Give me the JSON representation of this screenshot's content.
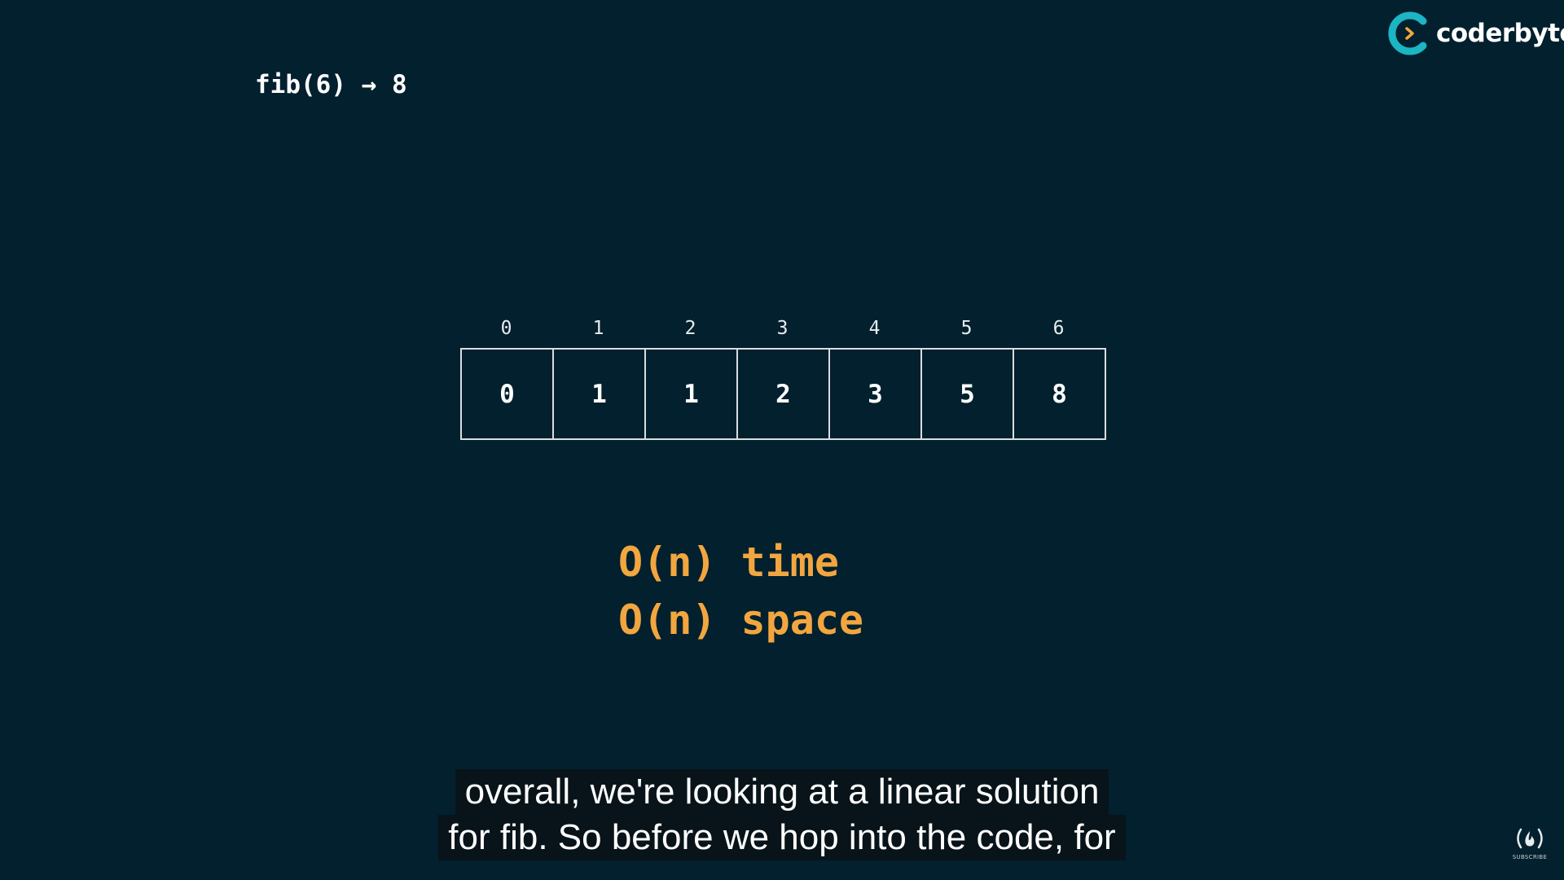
{
  "header": {
    "fib_title": "fib(6) → 8",
    "brand_name": "coderbyte",
    "brand_logo_icon": "coderbyte-logo-icon",
    "brand_colors": {
      "ring": "#1bb5c4",
      "chevron": "#f2a63f"
    }
  },
  "array": {
    "indices": [
      "0",
      "1",
      "2",
      "3",
      "4",
      "5",
      "6"
    ],
    "values": [
      "0",
      "1",
      "1",
      "2",
      "3",
      "5",
      "8"
    ]
  },
  "complexity": {
    "time": "O(n) time",
    "space": "O(n) space",
    "color": "#f2a63f"
  },
  "subtitles": {
    "line1": "overall, we're looking at a linear solution",
    "line2": "for fib. So before we hop into the code, for"
  },
  "subscribe": {
    "icon": "freecodecamp-fire-icon",
    "label": "SUBSCRIBE"
  }
}
